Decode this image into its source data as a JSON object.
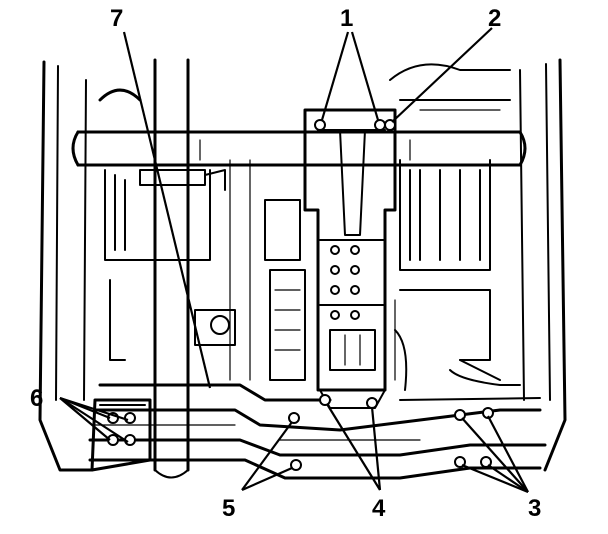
{
  "callouts": [
    {
      "id": "1",
      "text": "1"
    },
    {
      "id": "2",
      "text": "2"
    },
    {
      "id": "3",
      "text": "3"
    },
    {
      "id": "4",
      "text": "4"
    },
    {
      "id": "5",
      "text": "5"
    },
    {
      "id": "6",
      "text": "6"
    },
    {
      "id": "7",
      "text": "7"
    }
  ],
  "colors": {
    "ink": "#000000",
    "paper": "#ffffff"
  },
  "icons": {
    "diagram": "vehicle-underbody-crossmember-illustration"
  }
}
